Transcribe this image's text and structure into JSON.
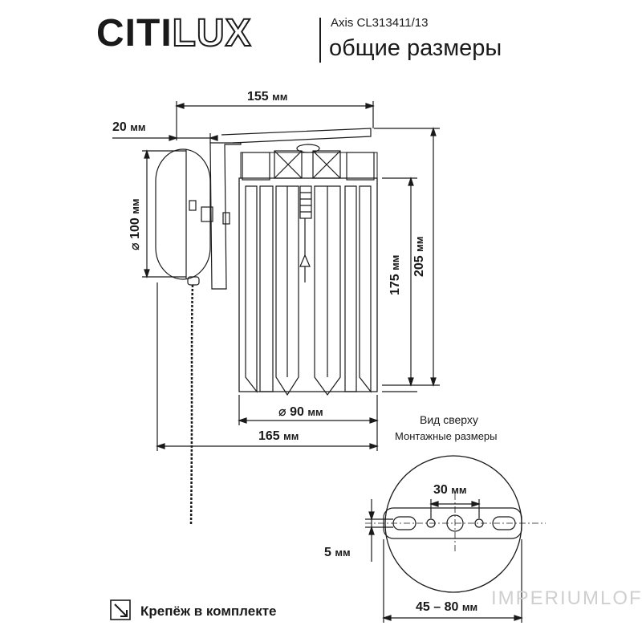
{
  "header": {
    "brand_main": "CITI",
    "brand_outline": "LUX",
    "model": "Axis CL313411/13",
    "subtitle": "общие размеры"
  },
  "dimensions": {
    "width_total": {
      "value": "155",
      "unit": "мм"
    },
    "base_depth": {
      "value": "20",
      "unit": "мм"
    },
    "base_diameter": {
      "value": "⌀ 100",
      "unit": "мм"
    },
    "shade_height": {
      "value": "175",
      "unit": "мм"
    },
    "total_height": {
      "value": "205",
      "unit": "мм"
    },
    "shade_diameter": {
      "value": "⌀ 90",
      "unit": "мм"
    },
    "projection": {
      "value": "165",
      "unit": "мм"
    }
  },
  "top_view": {
    "title": "Вид сверху",
    "subtitle": "Монтажные размеры",
    "hole_spacing": {
      "value": "30",
      "unit": "мм"
    },
    "hole_size": {
      "value": "5",
      "unit": "мм"
    },
    "slot_range": {
      "value": "45 – 80",
      "unit": "мм"
    }
  },
  "footer": {
    "note": "Крепёж в комплекте",
    "icon": "arrow-diagonal-icon",
    "watermark": "IMPERIUMLOFT"
  }
}
